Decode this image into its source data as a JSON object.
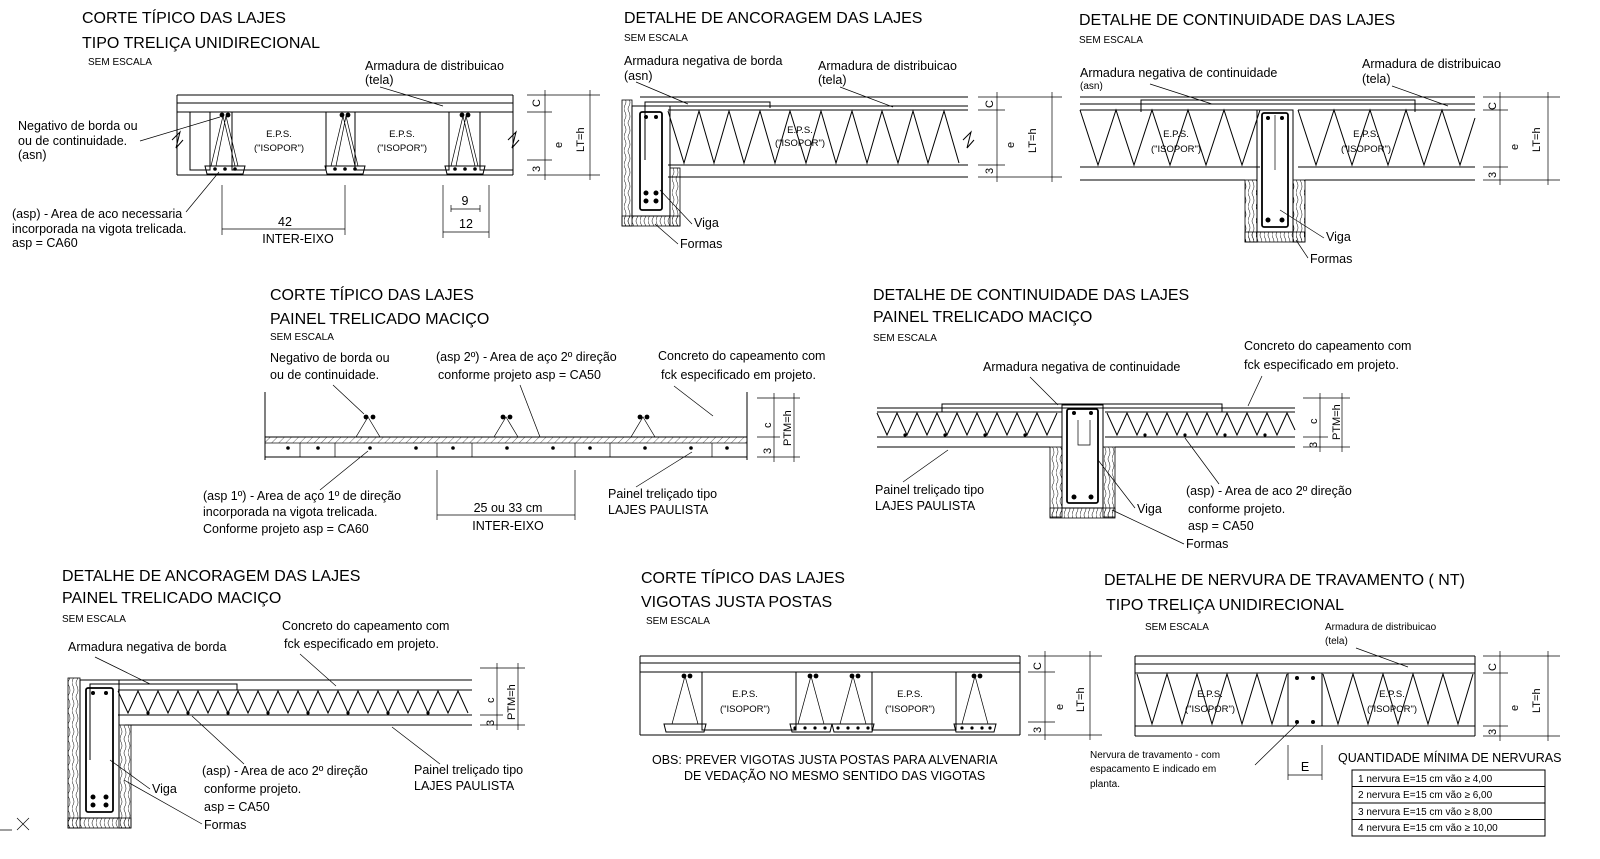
{
  "sheet": {
    "common": {
      "scale_note": "SEM ESCALA",
      "eps_label": "E.P.S.",
      "isopor_label": "(\"ISOPOR\")",
      "dim_c": "C",
      "dim_c_lower": "c",
      "dim_e": "e",
      "dim_3": "3",
      "dim_lt": "LT=h",
      "dim_ptm": "PTM=h",
      "viga": "Viga",
      "formas": "Formas"
    },
    "d1": {
      "title_line1": "CORTE TÍPICO DAS LAJES",
      "title_line2": "TIPO TRELIÇA UNIDIRECIONAL",
      "label_tela_1": "Armadura de distribuicao",
      "label_tela_2": "(tela)",
      "label_neg_1": "Negativo de borda ou",
      "label_neg_2": "ou de continuidade.",
      "label_neg_3": "(asn)",
      "label_asp_1": "(asp) - Area de aco necessaria",
      "label_asp_2": "incorporada na vigota trelicada.",
      "label_asp_3": "asp = CA60",
      "dim_42": "42",
      "dim_inter": "INTER-EIXO",
      "dim_9": "9",
      "dim_12": "12"
    },
    "d2": {
      "title_line1": "DETALHE DE ANCORAGEM DAS LAJES",
      "label_neg_1": "Armadura negativa de borda",
      "label_neg_2": "(asn)",
      "label_tela_1": "Armadura de distribuicao",
      "label_tela_2": "(tela)"
    },
    "d3": {
      "title_line1": "DETALHE DE CONTINUIDADE DAS LAJES",
      "label_neg_1": "Armadura negativa de continuidade",
      "label_neg_2": "(asn)",
      "label_tela_1": "Armadura de distribuicao",
      "label_tela_2": "(tela)"
    },
    "d4": {
      "title_line1": "CORTE TÍPICO DAS LAJES",
      "title_line2": "PAINEL TRELICADO MACIÇO",
      "label_neg_1": "Negativo de borda ou",
      "label_neg_2": "ou de continuidade.",
      "label_asp2_1": "(asp 2º) - Area de aço 2º direção",
      "label_asp2_2": "conforme projeto asp = CA50",
      "label_conc_1": "Concreto do capeamento com",
      "label_conc_2": "fck especificado em projeto.",
      "label_asp1_1": "(asp 1º) - Area de aço 1º de direção",
      "label_asp1_2": "incorporada na vigota trelicada.",
      "label_asp1_3": "Conforme projeto asp = CA60",
      "dim_2533": "25 ou 33 cm",
      "dim_inter": "INTER-EIXO",
      "label_painel_1": "Painel treliçado tipo",
      "label_painel_2": "LAJES PAULISTA"
    },
    "d5": {
      "title_line1": "DETALHE DE CONTINUIDADE DAS LAJES",
      "title_line2": "PAINEL TRELICADO MACIÇO",
      "label_neg": "Armadura negativa de continuidade",
      "label_conc_1": "Concreto do capeamento com",
      "label_conc_2": "fck especificado em projeto.",
      "label_painel_1": "Painel treliçado tipo",
      "label_painel_2": "LAJES PAULISTA",
      "label_asp_1": "(asp) - Area de aco 2º direção",
      "label_asp_2": "conforme projeto.",
      "label_asp_3": "asp = CA50"
    },
    "d6": {
      "title_line1": "DETALHE DE ANCORAGEM DAS LAJES",
      "title_line2": "PAINEL TRELICADO MACIÇO",
      "label_neg": "Armadura negativa de borda",
      "label_conc_1": "Concreto do capeamento com",
      "label_conc_2": "fck especificado em projeto.",
      "label_asp_1": "(asp) - Area de aco 2º direção",
      "label_asp_2": "conforme projeto.",
      "label_asp_3": "asp = CA50",
      "label_painel_1": "Painel treliçado tipo",
      "label_painel_2": "LAJES PAULISTA"
    },
    "d7": {
      "title_line1": "CORTE TÍPICO DAS LAJES",
      "title_line2": "VIGOTAS JUSTA POSTAS",
      "obs_1": "OBS: PREVER VIGOTAS JUSTA POSTAS PARA ALVENARIA",
      "obs_2": "DE VEDAÇÃO NO MESMO SENTIDO DAS VIGOTAS"
    },
    "d8": {
      "title_line1": "DETALHE DE NERVURA DE TRAVAMENTO ( NT)",
      "title_line2": "TIPO TRELIÇA UNIDIRECIONAL",
      "label_tela_1": "Armadura de distribuicao",
      "label_tela_2": "(tela)",
      "label_nerv_1": "Nervura de travamento - com",
      "label_nerv_2": "espacamento E indicado em",
      "label_nerv_3": "planta.",
      "dim_e": "E",
      "table_title": "QUANTIDADE MÍNIMA DE NERVURAS",
      "table_rows": [
        "1 nervura E=15 cm vão ≥ 4,00",
        "2 nervura E=15 cm vão ≥ 6,00",
        "3 nervura E=15 cm vão ≥ 8,00",
        "4 nervura E=15 cm vão ≥ 10,00"
      ]
    }
  }
}
